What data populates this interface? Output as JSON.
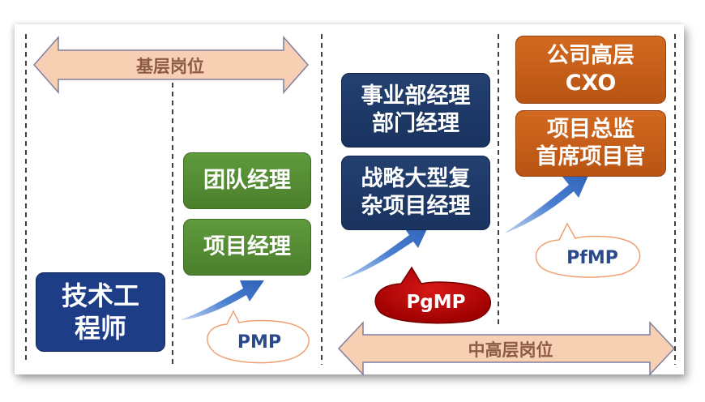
{
  "bands": {
    "lower": "基层岗位",
    "upper": "中高层岗位"
  },
  "boxes": {
    "tech_engineer": [
      "技术工",
      "程师"
    ],
    "team_manager": "团队经理",
    "project_manager": "项目经理",
    "bu_manager": [
      "事业部经理",
      "部门经理"
    ],
    "strategic_pm": [
      "战略大型复",
      "杂项目经理"
    ],
    "exec": [
      "公司高层",
      "CXO"
    ],
    "director": [
      "项目总监",
      "首席项目官"
    ]
  },
  "certs": {
    "pmp": "PMP",
    "pgmp": "PgMP",
    "pfmp": "PfMP"
  },
  "colors": {
    "green": "#5a9238",
    "navy": "#1f3b6b",
    "orange": "#c75f19",
    "band": "#f7cfb3",
    "arrow": "#4472c4",
    "pgmp_red": "#c00000"
  }
}
